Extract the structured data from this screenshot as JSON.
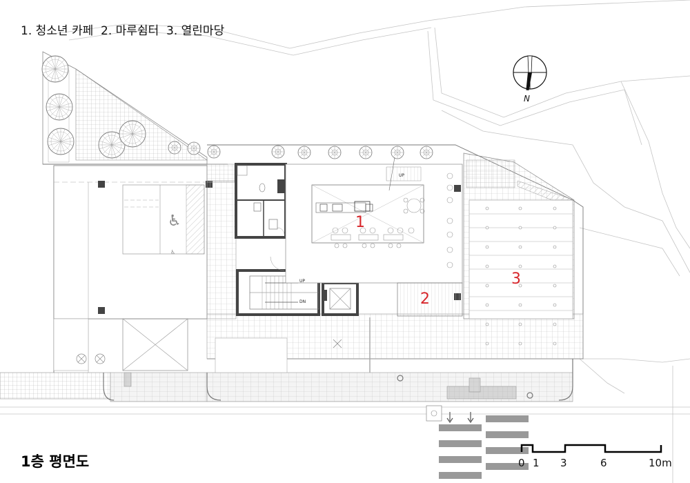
{
  "legend": {
    "text": "1. 청소년 카페  2. 마루쉼터  3. 열린마당"
  },
  "plan_title": "1층 평면도",
  "zones": [
    {
      "num": "1",
      "name": "청소년 카페"
    },
    {
      "num": "2",
      "name": "마루쉼터"
    },
    {
      "num": "3",
      "name": "열린마당"
    }
  ],
  "north_arrow": {
    "label": "N"
  },
  "scale_bar": {
    "ticks": [
      "0",
      "1",
      "3",
      "6",
      "10m"
    ]
  },
  "stair_labels": {
    "up": "UP",
    "dn": "DN"
  },
  "colors": {
    "accent_red": "#d7262b",
    "line": "#9a9a9a",
    "wall": "#444444"
  }
}
